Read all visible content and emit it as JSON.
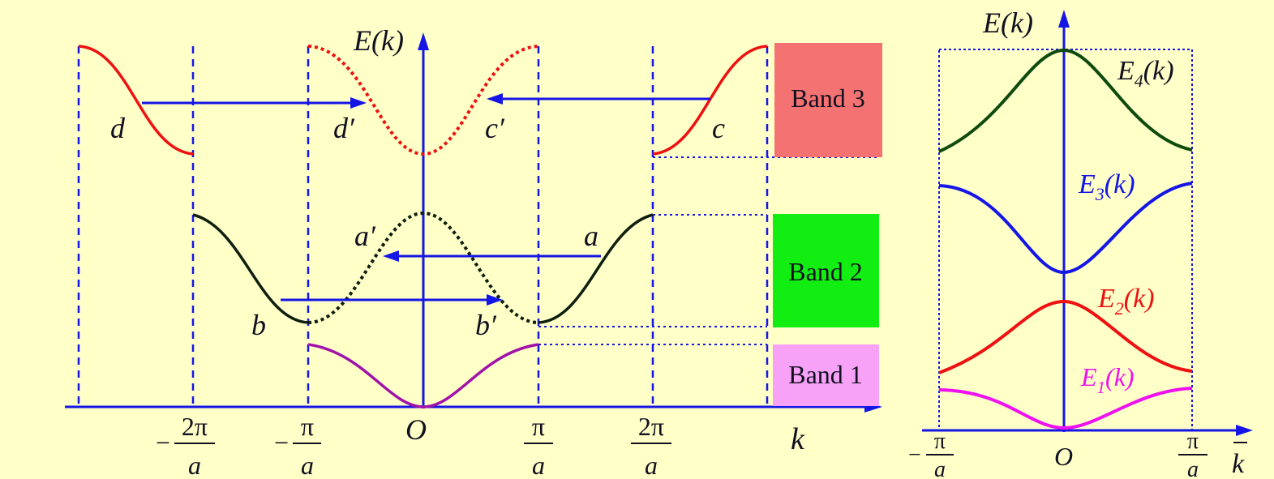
{
  "colors": {
    "background": "#FFFFC8",
    "axis": "#1515E6",
    "band1": "#A012A8",
    "band2": "#0F1F0F",
    "band3": "#EE1111",
    "e4": "#0F4A0F",
    "e3": "#1515E6",
    "e2": "#EE1111",
    "e1": "#F010F0",
    "band3_box": "#F57272",
    "band2_box": "#12EE12",
    "band1_box": "#F7A2F7"
  },
  "left": {
    "axis_label_E": "E(k)",
    "axis_label_k": "k",
    "origin": "O",
    "ticks": [
      {
        "sign": "−",
        "num": "2π",
        "den": "a"
      },
      {
        "sign": "−",
        "num": "π",
        "den": "a"
      },
      {
        "sign": "",
        "num": "π",
        "den": "a"
      },
      {
        "sign": "",
        "num": "2π",
        "den": "a"
      }
    ],
    "point_labels": [
      "d",
      "d′",
      "c′",
      "c",
      "a′",
      "a",
      "b",
      "b′"
    ],
    "band_boxes": [
      "Band 3",
      "Band 2",
      "Band 1"
    ]
  },
  "right": {
    "axis_label_E": "E(k)",
    "axis_label_k": "k",
    "origin": "O",
    "ticks": [
      {
        "sign": "−",
        "num": "π",
        "den": "a"
      },
      {
        "sign": "",
        "num": "π",
        "den": "a"
      }
    ],
    "curve_labels": [
      {
        "base": "E",
        "sub": "4",
        "tail": "(k)"
      },
      {
        "base": "E",
        "sub": "3",
        "tail": "(k)"
      },
      {
        "base": "E",
        "sub": "2",
        "tail": "(k)"
      },
      {
        "base": "E",
        "sub": "1",
        "tail": "(k)"
      }
    ]
  }
}
